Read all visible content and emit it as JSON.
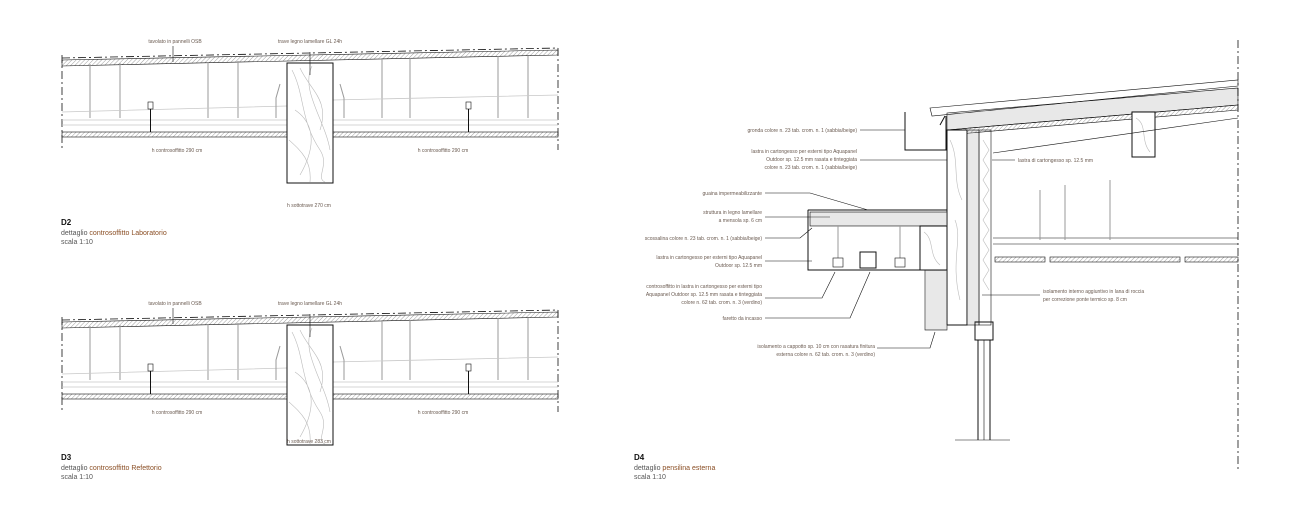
{
  "d2": {
    "code": "D2",
    "title_prefix": "dettaglio",
    "title_rest": "controsoffitto Laboratorio",
    "scale": "scala 1:10",
    "label_osb": "tavolato in pannelli OSB",
    "label_beam": "trave legno lamellare GL 24h",
    "h_ceiling_left": "h controsoffitto 290 cm",
    "h_ceiling_right": "h controsoffitto 290 cm",
    "h_beam": "h sottotrave 270 cm"
  },
  "d3": {
    "code": "D3",
    "title_prefix": "dettaglio",
    "title_rest": "controsoffitto Refettorio",
    "scale": "scala 1:10",
    "label_osb": "tavolato in pannelli OSB",
    "label_beam": "trave legno lamellare GL 24h",
    "h_ceiling_left": "h controsoffitto 290 cm",
    "h_ceiling_right": "h controsoffitto 290 cm",
    "h_beam": "h sottotrave 283 cm"
  },
  "d4": {
    "code": "D4",
    "title_prefix": "dettaglio",
    "title_rest": "pensilina esterna",
    "scale": "scala 1:10",
    "gronda": "gronda colore n. 23 tab. crom. n. 1 (sabbia/beige)",
    "lastra_ext": [
      "lastra in cartongesso per esterni tipo Aquapanel",
      "Outdoor sp. 12.5 mm rasata e tinteggiata",
      "colore n. 23 tab. crom. n. 1 (sabbia/beige)"
    ],
    "guaina": "guaina impermeabilizzante",
    "struttura": [
      "struttura in legno lamellare",
      "a mensola sp. 6 cm"
    ],
    "scossalina": "scossalina colore n. 23 tab. crom. n. 1 (sabbia/beige)",
    "lastra_aqua": [
      "lastra in cartongesso per esterni tipo Aquapanel",
      "Outdoor sp. 12.5 mm"
    ],
    "controsoffitto": [
      "controsoffitto in lastra in cartongesso per esterni tipo",
      "Aquapanel Outdoor sp. 12.5 mm rasata e tinteggiata",
      "colore n. 62 tab. crom. n. 3 (verdino)"
    ],
    "faretto": "faretto da incasso",
    "cappotto": [
      "isolamento a cappotto sp. 10 cm con rasatura finitura",
      "esterna colore n. 62 tab. crom. n. 3 (verdino)"
    ],
    "lastra_int": "lastra di cartongesso sp. 12.5 mm",
    "isolamento_int": [
      "isolamento interno aggiuntivo in lana di roccia",
      "per correzione ponte termico sp. 8 cm"
    ]
  },
  "colors": {
    "accent": "#8a4e24",
    "label": "#6a5a50"
  }
}
